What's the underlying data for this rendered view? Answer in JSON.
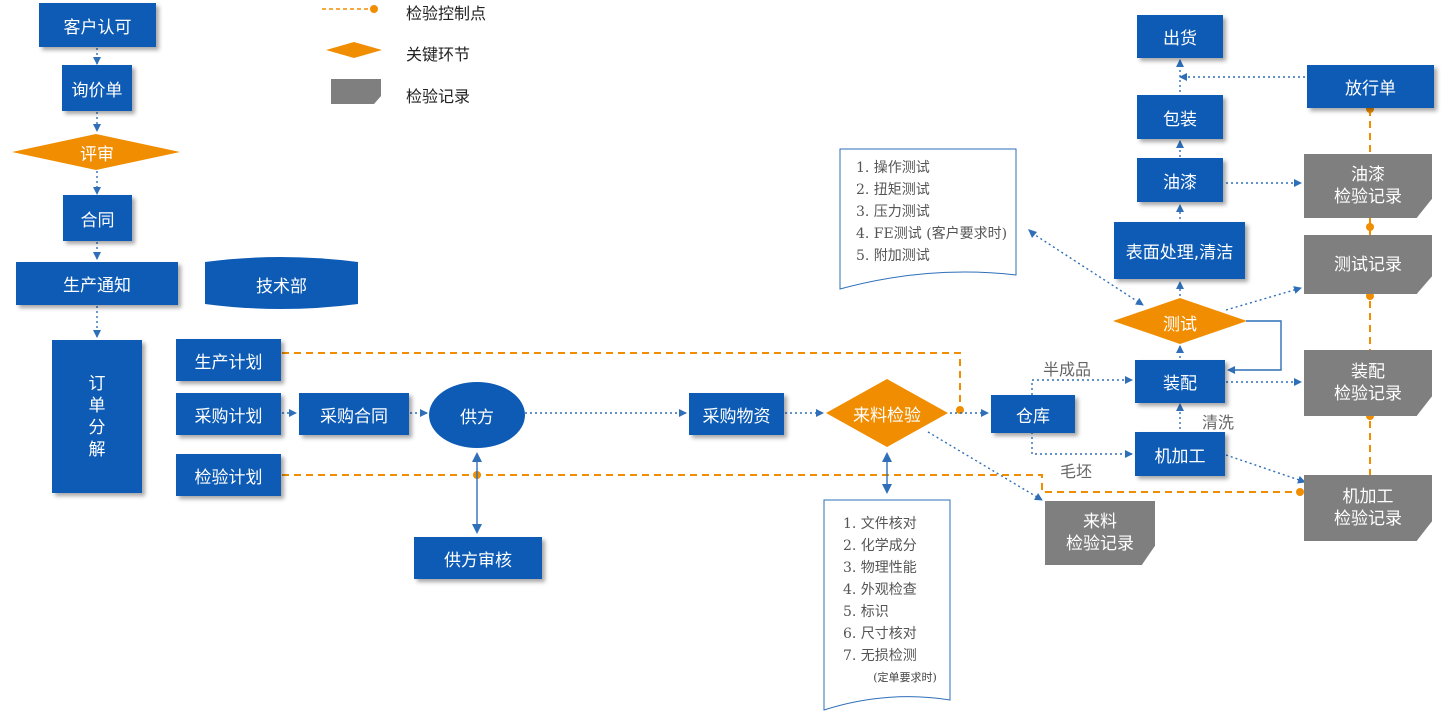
{
  "legend": {
    "inspection_point": "检验控制点",
    "key_step": "关键环节",
    "inspection_record": "检验记录"
  },
  "colors": {
    "blue": "#0d5bb5",
    "orange": "#f18d00",
    "gray": "#7f7f7f"
  },
  "nodes": {
    "customer_approval": "客户认可",
    "inquiry": "询价单",
    "review": "评审",
    "contract": "合同",
    "production_notice": "生产通知",
    "tech_dept": "技术部",
    "order_breakdown": [
      "订",
      "单",
      "分",
      "解"
    ],
    "production_plan": "生产计划",
    "purchase_plan": "采购计划",
    "inspection_plan": "检验计划",
    "purchase_contract": "采购合同",
    "supplier": "供方",
    "supplier_audit": "供方审核",
    "purchased_materials": "采购物资",
    "incoming_inspection": "来料检验",
    "warehouse": "仓库",
    "machining": "机加工",
    "assembly": "装配",
    "testing": "测试",
    "surface_treatment": "表面处理,清洁",
    "painting": "油漆",
    "packaging": "包装",
    "shipment": "出货",
    "release_note": "放行单"
  },
  "records": {
    "paint_record": [
      "油漆",
      "检验记录"
    ],
    "test_record": [
      "测试记录"
    ],
    "assembly_record": [
      "装配",
      "检验记录"
    ],
    "machining_record": [
      "机加工",
      "检验记录"
    ],
    "incoming_record": [
      "来料",
      "检验记录"
    ]
  },
  "labels": {
    "semi_finished": "半成品",
    "blank": "毛坯",
    "cleaning": "清洗"
  },
  "test_items": [
    "1. 操作测试",
    "2. 扭矩测试",
    "3. 压力测试",
    "4. FE测试 (客户要求时)",
    "5. 附加测试"
  ],
  "incoming_items": [
    "1.    文件核对",
    "2.    化学成分",
    "3.    物理性能",
    "4.    外观检查",
    "5.    标识",
    "6.    尺寸核对",
    "7.    无损检测"
  ],
  "incoming_note": "(定单要求时)"
}
